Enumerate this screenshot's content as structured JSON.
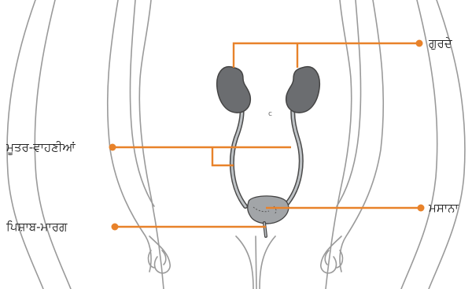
{
  "labels": {
    "kidneys": "ਗੁਰਦੇ",
    "ureters": "ਮੂਤਰ-ਵਾਹਣੀਆਂ",
    "bladder": "ਮਸਾਨਾ",
    "urethra": "ਪਿਸ਼ਾਬ-ਮਾਰਗ",
    "center_mark": "c"
  },
  "colors": {
    "leader": "#e8822a",
    "body_outline": "#9a9a9a",
    "organ_fill": "#6b6d70",
    "organ_outline": "#444444",
    "ureter_outer": "#4a4a4a",
    "ureter_inner": "#bfc3c6",
    "bladder_fill": "#a2a5a8",
    "text": "#222222"
  }
}
